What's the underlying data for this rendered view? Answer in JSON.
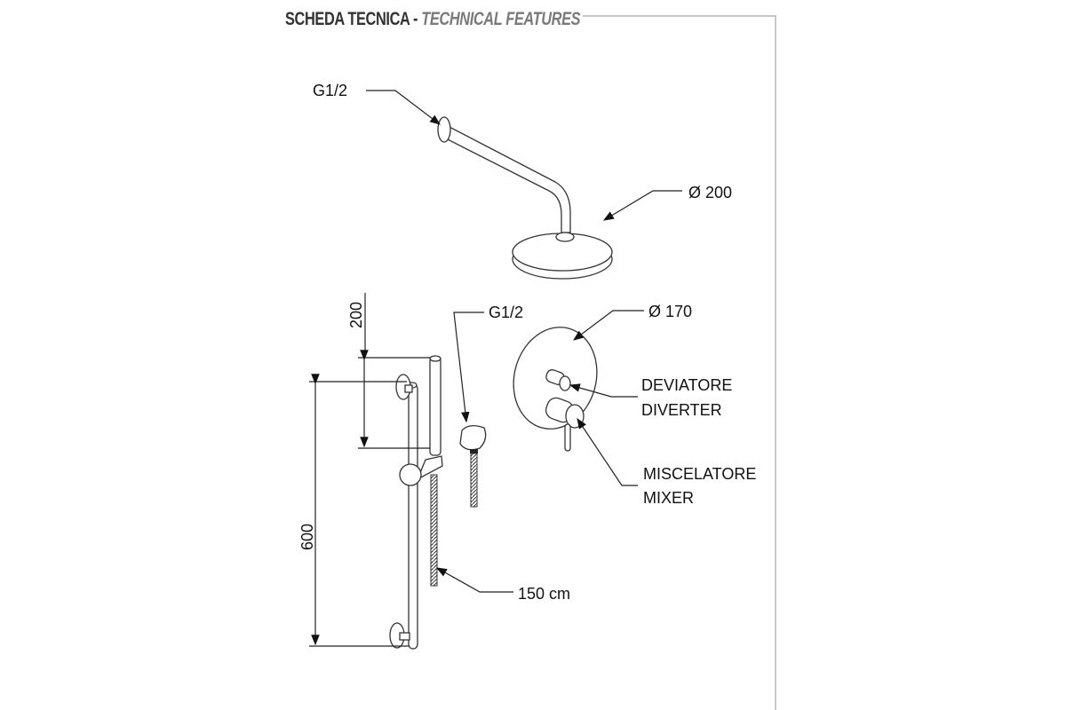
{
  "header": {
    "title_main": "SCHEDA TECNICA - ",
    "title_sub": "TECHNICAL FEATURES"
  },
  "labels": {
    "head_connection": "G1/2",
    "head_diameter": "Ø 200",
    "bar_top_offset": "200",
    "bar_length": "600",
    "outlet_connection": "G1/2",
    "plate_diameter": "Ø 170",
    "diverter_it": "DEVIATORE",
    "diverter_en": "DIVERTER",
    "mixer_it": "MISCELATORE",
    "mixer_en": "MIXER",
    "hose_length": "150 cm"
  },
  "colors": {
    "line": "#222222",
    "frame": "#c8c8c8",
    "title": "#333333",
    "subtitle": "#7a7a7a"
  }
}
